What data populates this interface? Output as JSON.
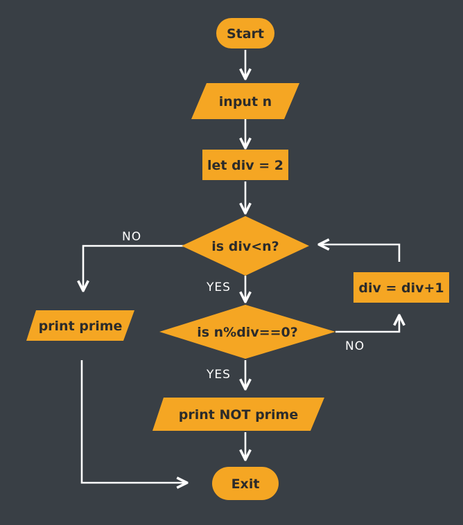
{
  "colors": {
    "background": "#393f45",
    "node_fill": "#f5a623",
    "node_text": "#2b2b2b",
    "connector": "#ffffff"
  },
  "nodes": {
    "start": "Start",
    "input": "input n",
    "init": "let div = 2",
    "loop_check": "is div<n?",
    "mod_check": "is n%div==0?",
    "increment": "div = div+1",
    "print_prime": "print prime",
    "print_not_prime": "print NOT prime",
    "exit": "Exit"
  },
  "edge_labels": {
    "loop_no": "NO",
    "loop_yes": "YES",
    "mod_yes": "YES",
    "mod_no": "NO"
  }
}
